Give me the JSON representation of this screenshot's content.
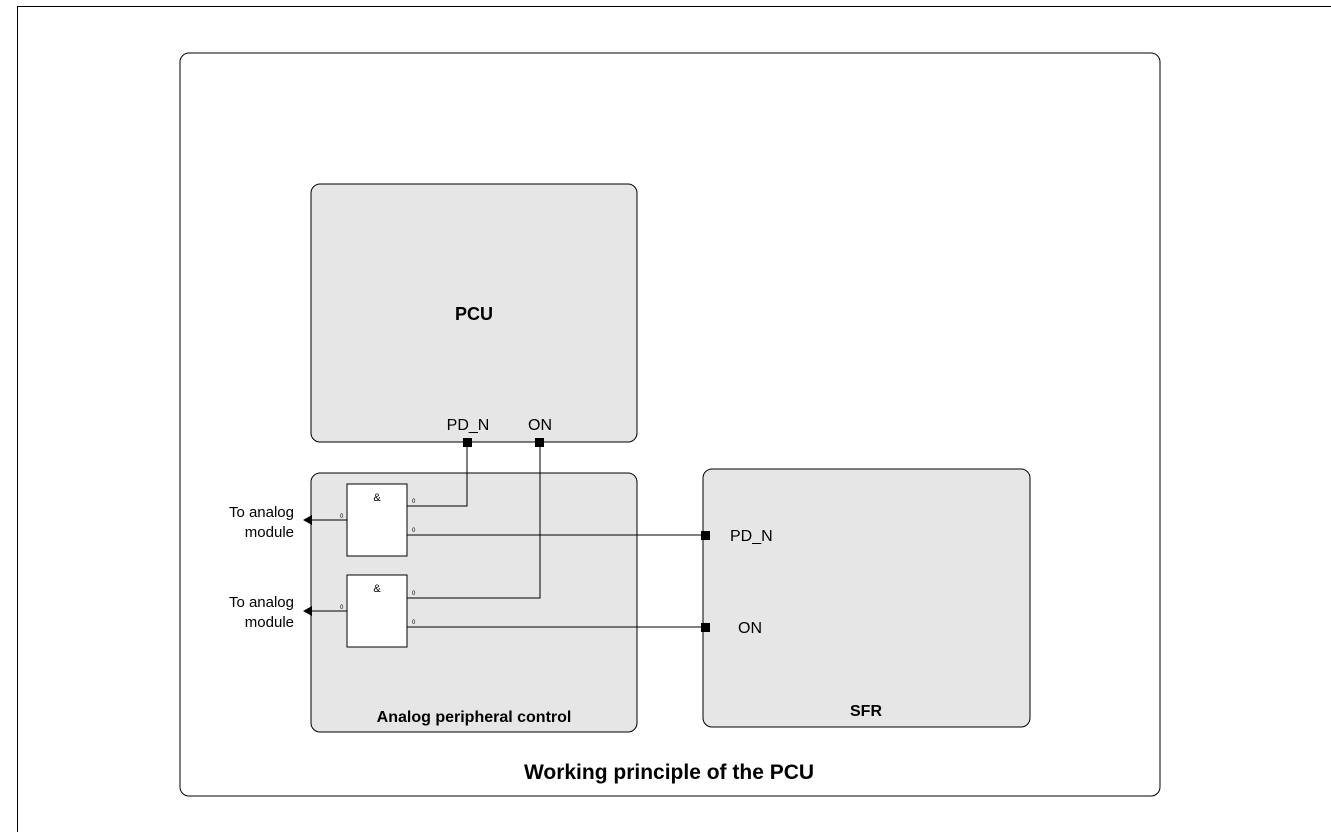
{
  "figure": {
    "caption": "Working principle of the PCU"
  },
  "blocks": {
    "pcu": {
      "title": "PCU",
      "port_pd_n": "PD_N",
      "port_on": "ON"
    },
    "analog_peripheral_control": {
      "title": "Analog peripheral control",
      "gate1_symbol": "&",
      "gate2_symbol": "&",
      "pin_zero": "0"
    },
    "sfr": {
      "title": "SFR",
      "port_pd_n": "PD_N",
      "port_on": "ON"
    }
  },
  "outputs": {
    "out1_line1": "To analog",
    "out1_line2": "module",
    "out2_line1": "To analog",
    "out2_line2": "module"
  },
  "colors": {
    "block_fill": "#e6e6e6",
    "stroke": "#000000"
  }
}
